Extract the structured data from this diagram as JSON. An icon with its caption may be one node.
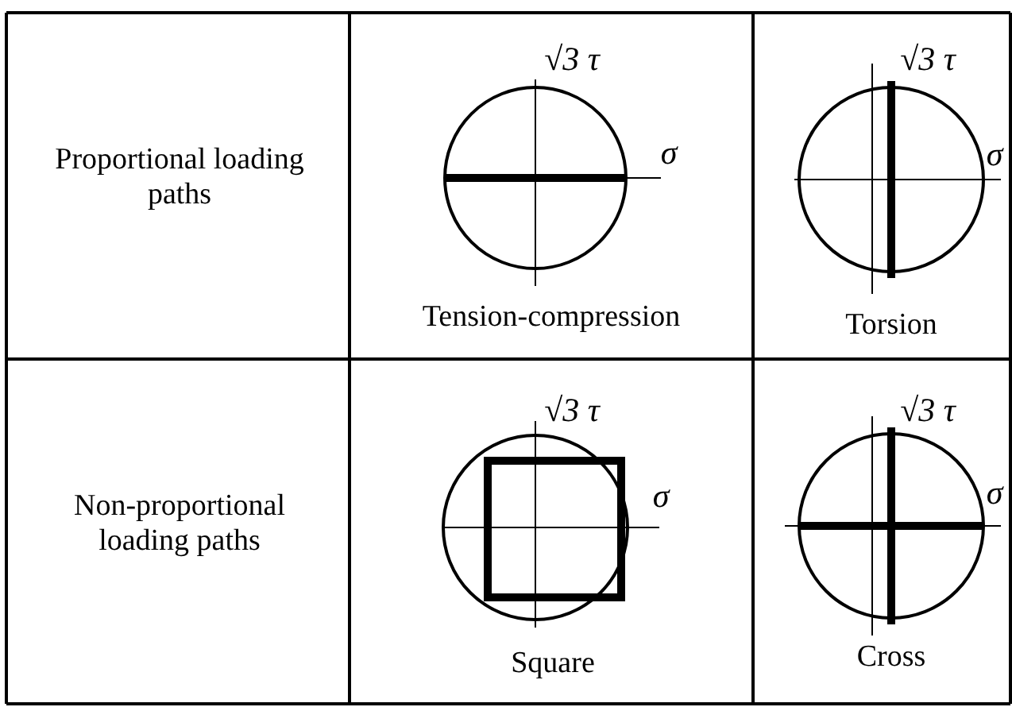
{
  "diagram": {
    "labels": [
      "Proportional loading paths",
      "√3 τ",
      "σ",
      "Tension-compression",
      "√3 τ",
      "σ",
      "Torsion",
      "Non-proportional loading paths",
      "√3 τ",
      "σ",
      "Square",
      "√3 τ",
      "σ",
      "Cross"
    ]
  }
}
